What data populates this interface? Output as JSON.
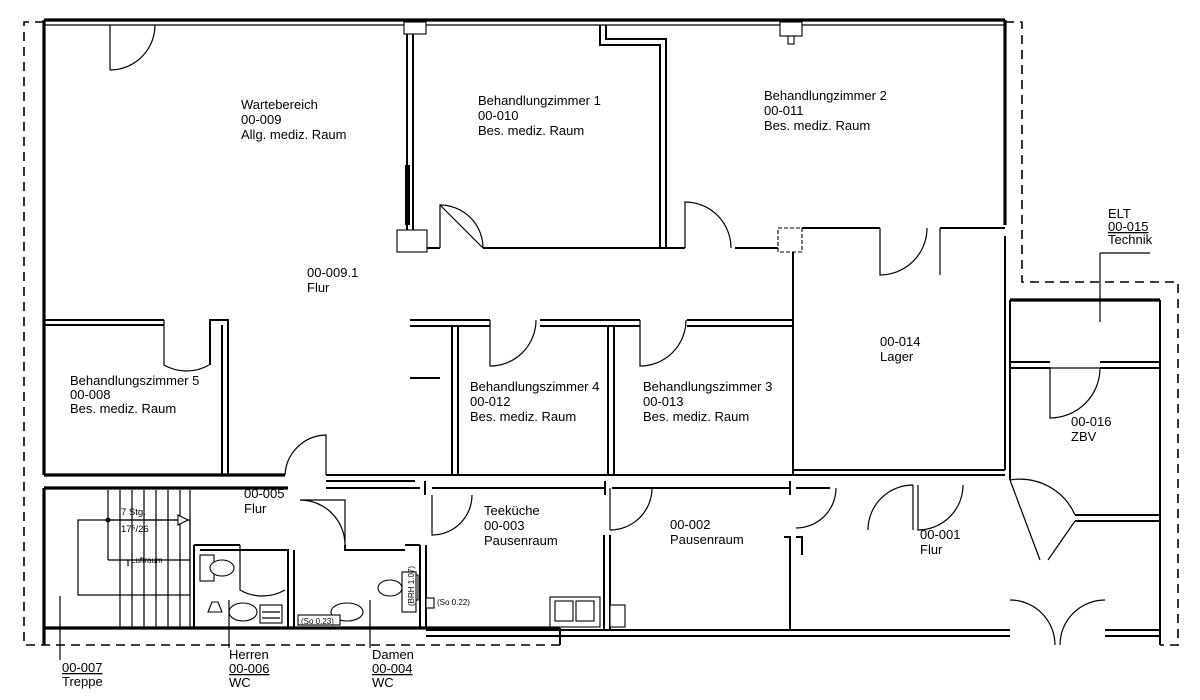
{
  "rooms": [
    {
      "id": "wartebereich",
      "lines": [
        "Wartebereich",
        "00-009",
        "Allg. mediz. Raum"
      ]
    },
    {
      "id": "bz1",
      "lines": [
        "Behandlungzimmer 1",
        "00-010",
        "Bes. mediz. Raum"
      ]
    },
    {
      "id": "bz2",
      "lines": [
        "Behandlungzimmer 2",
        "00-011",
        "Bes. mediz. Raum"
      ]
    },
    {
      "id": "flur-0091",
      "lines": [
        "00-009.1",
        "Flur"
      ]
    },
    {
      "id": "lager",
      "lines": [
        "00-014",
        "Lager"
      ]
    },
    {
      "id": "bz5",
      "lines": [
        "Behandlungszimmer 5",
        "00-008",
        "Bes. mediz. Raum"
      ]
    },
    {
      "id": "bz4",
      "lines": [
        "Behandlungszimmer 4",
        "00-012",
        "Bes. mediz. Raum"
      ]
    },
    {
      "id": "bz3",
      "lines": [
        "Behandlungszimmer 3",
        "00-013",
        "Bes. mediz. Raum"
      ]
    },
    {
      "id": "zbv",
      "lines": [
        "00-016",
        "ZBV"
      ]
    },
    {
      "id": "flur-005",
      "lines": [
        "00-005",
        "Flur"
      ]
    },
    {
      "id": "teekueche",
      "lines": [
        "Teeküche",
        "00-003",
        "Pausenraum"
      ]
    },
    {
      "id": "pausenraum",
      "lines": [
        "00-002",
        "Pausenraum"
      ]
    },
    {
      "id": "flur-001",
      "lines": [
        "00-001",
        "Flur"
      ]
    }
  ],
  "leaders": [
    {
      "id": "elt",
      "lines": [
        "ELT",
        "00-015",
        "Technik"
      ]
    },
    {
      "id": "treppe",
      "lines": [
        "00-007",
        "Treppe"
      ]
    },
    {
      "id": "herren",
      "lines": [
        "Herren",
        "00-006",
        "WC"
      ]
    },
    {
      "id": "damen",
      "lines": [
        "Damen",
        "00-004",
        "WC"
      ]
    }
  ],
  "annotations": {
    "stairs_steps": "7 Stg.",
    "stairs_ratio": "17⁵/26",
    "luftraum": "Luftraum",
    "so_damen": "(So 0.23)",
    "so_tee": "(So 0.22)",
    "brh": "(BRH 1.07)"
  }
}
